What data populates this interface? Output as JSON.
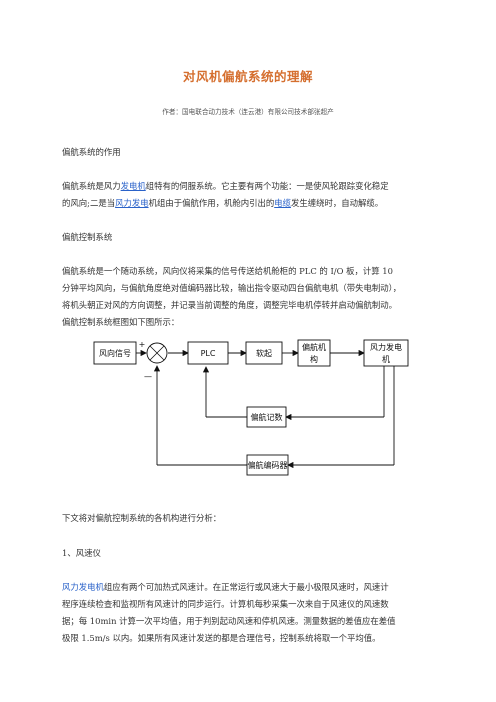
{
  "title": "对风机偏航系统的理解",
  "author": "作者：国电联合动力技术（连云港）有限公司技术部张超产",
  "section1": {
    "heading": "偏航系统的作用",
    "line1_a": "偏航系统是风力",
    "line1_link": "发电机",
    "line1_b": "组特有的伺服系统。它主要有两个功能：一是使风轮跟踪变化稳定",
    "line2_a": "的风向;二是当",
    "line2_link1": "风力发电",
    "line2_b": "机组由于偏航作用，机舱内引出的",
    "line2_link2": "电缆",
    "line2_c": "发生缠绕时，自动解缆。"
  },
  "section2": {
    "heading": "偏航控制系统",
    "line1": "偏航系统是一个随动系统，风向仪将采集的信号传送给机舱柜的 PLC 的 I/O 板，计算 10",
    "line2": "分钟平均风向，与偏航角度绝对值编码器比较，输出指令驱动四台偏航电机（带失电制动），",
    "line3": "将机头朝正对风的方向调整，并记录当前调整的角度，调整完毕电机停转并启动偏航制动。",
    "line4": "偏航控制系统框图如下图所示："
  },
  "diagram": {
    "wind_signal": "风向信号",
    "plc": "PLC",
    "soft_start": "软起",
    "yaw_mechanism_line1": "偏航机",
    "yaw_mechanism_line2": "构",
    "generator_line1": "风力发电",
    "generator_line2": "机",
    "yaw_count": "偏航记数",
    "yaw_encoder": "偏航编码器",
    "plus_sign": "+",
    "minus_sign": "—"
  },
  "section3": {
    "intro": "下文将对偏航控制系统的各机构进行分析：",
    "heading": "1、风速仪",
    "line1_link": "风力发电机",
    "line1_b": "组应有两个可加热式风速计。在正常运行或风速大于最小极限风速时，风速计",
    "line2": "程序连续检查和监视所有风速计的同步运行。计算机每秒采集一次来自于风速仪的风速数",
    "line3": "据；每 10min 计算一次平均值，用于判别起动风速和停机风速。测量数据的差值应在差值",
    "line4": "极限 1.5m/s 以内。如果所有风速计发送的都是合理信号，控制系统将取一个平均值。"
  },
  "colors": {
    "title": "#d56f2f",
    "link": "#2a62c9",
    "text": "#333333"
  }
}
